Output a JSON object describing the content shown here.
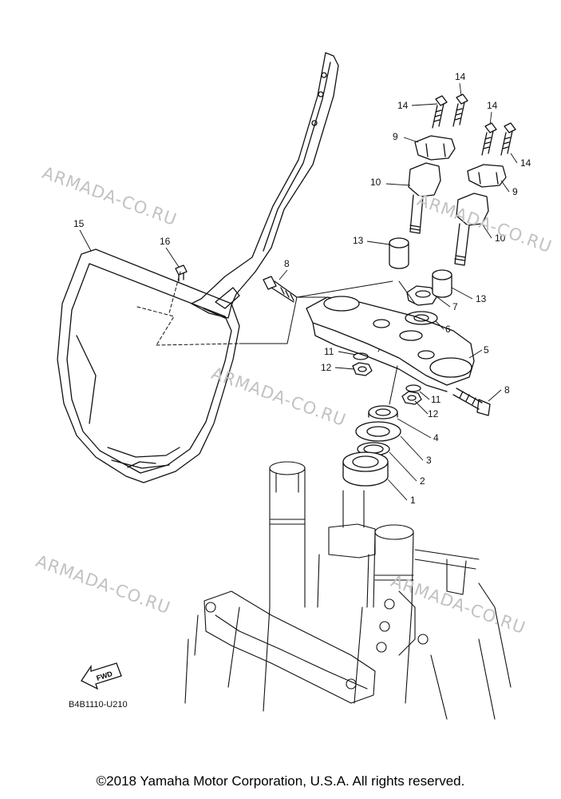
{
  "watermark": "ARMADA-CO.RU",
  "callouts": {
    "c1": "1",
    "c2": "2",
    "c3": "3",
    "c4": "4",
    "c5": "5",
    "c6": "6",
    "c7": "7",
    "c8a": "8",
    "c8b": "8",
    "c9a": "9",
    "c9b": "9",
    "c10a": "10",
    "c10b": "10",
    "c11a": "11",
    "c11b": "11",
    "c12a": "12",
    "c12b": "12",
    "c13a": "13",
    "c13b": "13",
    "c14a": "14",
    "c14b": "14",
    "c14c": "14",
    "c14d": "14",
    "c15": "15",
    "c16": "16"
  },
  "fwd_label": "FWD",
  "diagram_code": "B4B1110-U210",
  "copyright": "©2018 Yamaha Motor Corporation, U.S.A. All rights reserved."
}
